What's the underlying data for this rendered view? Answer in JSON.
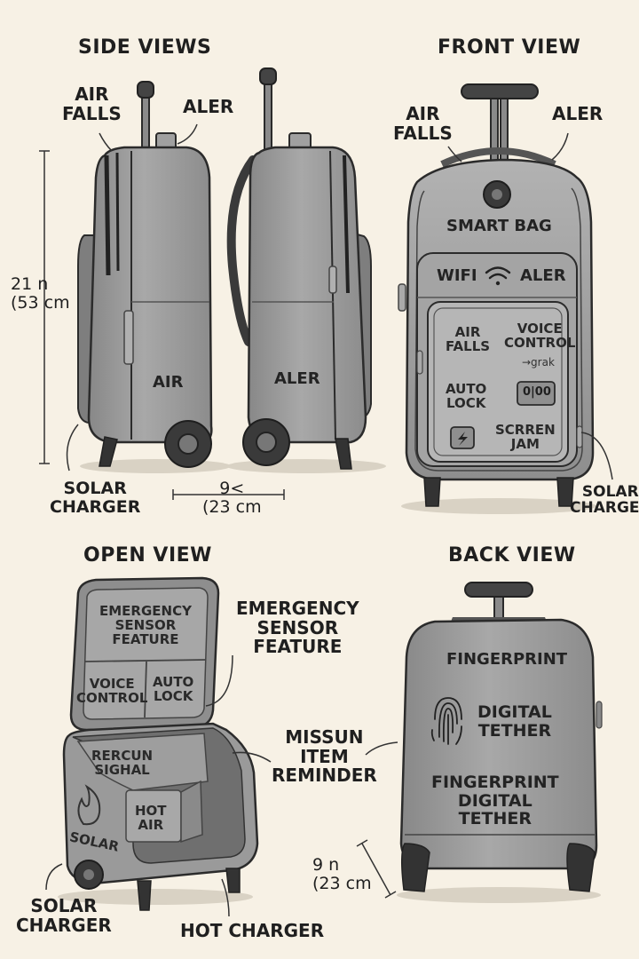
{
  "headings": {
    "side_views": "SIDE VIEWS",
    "front_view": "FRONT VIEW",
    "open_view": "OPEN VIEW",
    "back_view": "BACK VIEW"
  },
  "side": {
    "air_falls": "AIR\nFALLS",
    "aler": "ALER",
    "height_dim": "21 n\n(53 cm",
    "bag1_label": "AIR",
    "bag2_label": "ALER",
    "solar_charger": "SOLAR\nCHARGER",
    "width_dim": "9<\n(23 cm"
  },
  "front": {
    "air_falls": "AIR\nFALLS",
    "aler": "ALER",
    "smart_bag": "SMART BAG",
    "wifi": "WIFI",
    "wifi_aler": "ALER",
    "panel_air_falls": "AIR\nFALLS",
    "voice_control": "VOICE\nCONTROL",
    "grak": "→grak",
    "auto_lock": "AUTO\nLOCK",
    "button_text": "0|00",
    "screen_jam": "SCRREN\nJAM",
    "solar_charger": "SOLAR\nCHARGER"
  },
  "open": {
    "lid_emergency": "EMERGENCY\nSENSOR\nFEATURE",
    "lid_voice": "VOICE\nCONTROL",
    "lid_auto_lock": "AUTO\nLOCK",
    "emergency_callout": "EMERGENCY\nSENSOR\nFEATURE",
    "rercun": "RERCUN\nSIGHAL",
    "hot_air": "HOT\nAIR",
    "solar_text": "SOLAR",
    "missun": "MISSUN\nITEM\nREMINDER",
    "solar_charger": "SOLAR\nCHARGER",
    "hot_charger": "HOT CHARGER"
  },
  "back": {
    "fingerprint": "FINGERPRINT",
    "digital_tether": "DIGITAL\nTETHER",
    "fp_digital_tether": "FINGERPRINT\nDIGITAL\nTETHER",
    "dim": "9 n\n(23 cm"
  },
  "colors": {
    "background": "#f7f1e5",
    "bag_body": "#9a9a9a",
    "bag_light": "#b4b4b4",
    "bag_dark": "#6e6e6e",
    "outline": "#2b2b2b"
  }
}
